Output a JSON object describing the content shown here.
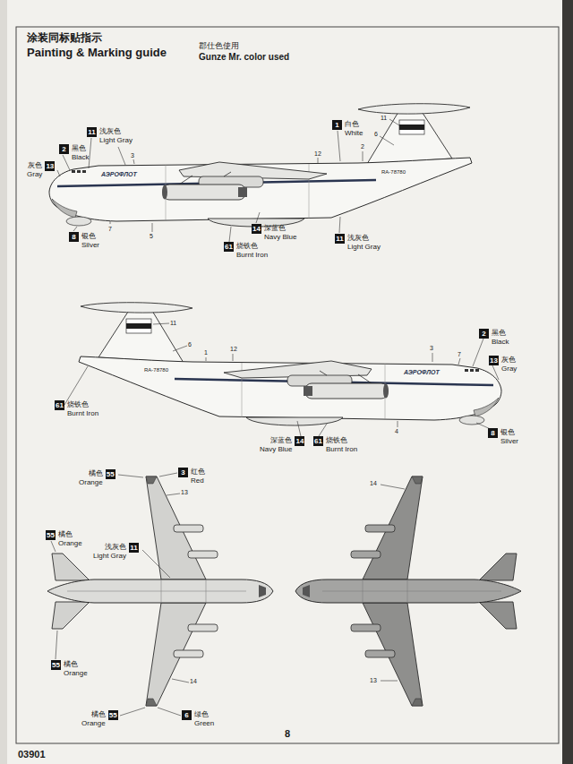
{
  "diagram": {
    "title": "Painting & Marking guide",
    "nodes": [
      {
        "text": [
          "11",
          "浅灰色",
          "Light Gray"
        ]
      },
      {
        "text": [
          "1",
          "白色",
          "White"
        ]
      },
      {
        "text": [
          "2",
          "黑色",
          "Black"
        ]
      },
      {
        "text": [
          "灰色",
          "13",
          "Gray"
        ]
      },
      {
        "text": [
          "14",
          "深蓝色",
          "Navy Blue"
        ]
      },
      {
        "text": [
          "8",
          "银色",
          "Silver"
        ]
      },
      {
        "text": [
          "11",
          "浅灰色",
          "Light Gray"
        ]
      },
      {
        "text": [
          "61",
          "烧铁色",
          "Burnt Iron"
        ]
      },
      {
        "text": [
          "2",
          "黑色",
          "Black"
        ]
      },
      {
        "text": [
          "13",
          "灰色",
          "Gray"
        ]
      },
      {
        "text": [
          "61",
          "烧铁色",
          "Burnt Iron"
        ]
      },
      {
        "text": [
          "8",
          "银色",
          "Silver"
        ]
      },
      {
        "text": [
          "深蓝色",
          "14",
          "Navy Blue"
        ]
      },
      {
        "text": [
          "61",
          "烧铁色",
          "Burnt Iron"
        ]
      },
      {
        "text": [
          "橘色",
          "55",
          "Orange"
        ]
      },
      {
        "text": [
          "3",
          "红色",
          "Red"
        ]
      },
      {
        "text": [
          "55",
          "橘色",
          "Orange"
        ]
      },
      {
        "text": [
          "浅灰色",
          "11",
          "Light Gray"
        ]
      },
      {
        "text": [
          "55",
          "橘色",
          "Orange"
        ]
      },
      {
        "text": [
          "橘色",
          "55",
          "Orange"
        ]
      },
      {
        "text": [
          "6",
          "绿色",
          "Green"
        ]
      }
    ],
    "labels": [
      "涂装同标贴指示",
      "郡仕色使用",
      "Gunze Mr. color used",
      "АЭРОФЛОТ",
      "RA-78780",
      "11",
      "6",
      "3",
      "12",
      "2",
      "7",
      "5",
      "RA-78780",
      "АЭРОФЛОТ",
      "11",
      "6",
      "12",
      "1",
      "3",
      "7",
      "4",
      "13",
      "14",
      "14",
      "13",
      "8",
      "03901"
    ]
  }
}
